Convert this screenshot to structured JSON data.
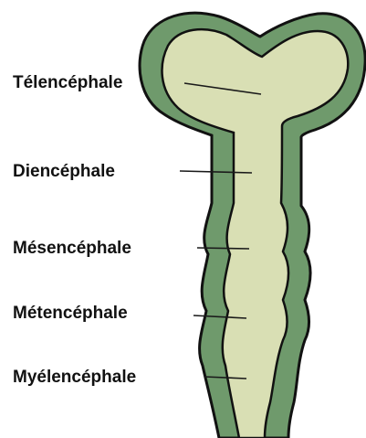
{
  "colors": {
    "background": "#ffffff",
    "wall": "#6f9a6c",
    "lumen": "#d9dfb4",
    "outline": "#111111",
    "label_text": "#111111",
    "label_halo": "#ffffff"
  },
  "labels": [
    {
      "id": "telencephale",
      "text": "Télencéphale"
    },
    {
      "id": "diencephale",
      "text": "Diencéphale"
    },
    {
      "id": "mesencephale",
      "text": "Mésencéphale"
    },
    {
      "id": "metencephale",
      "text": "Métencéphale"
    },
    {
      "id": "myelencephale",
      "text": "Myélencéphale"
    }
  ]
}
